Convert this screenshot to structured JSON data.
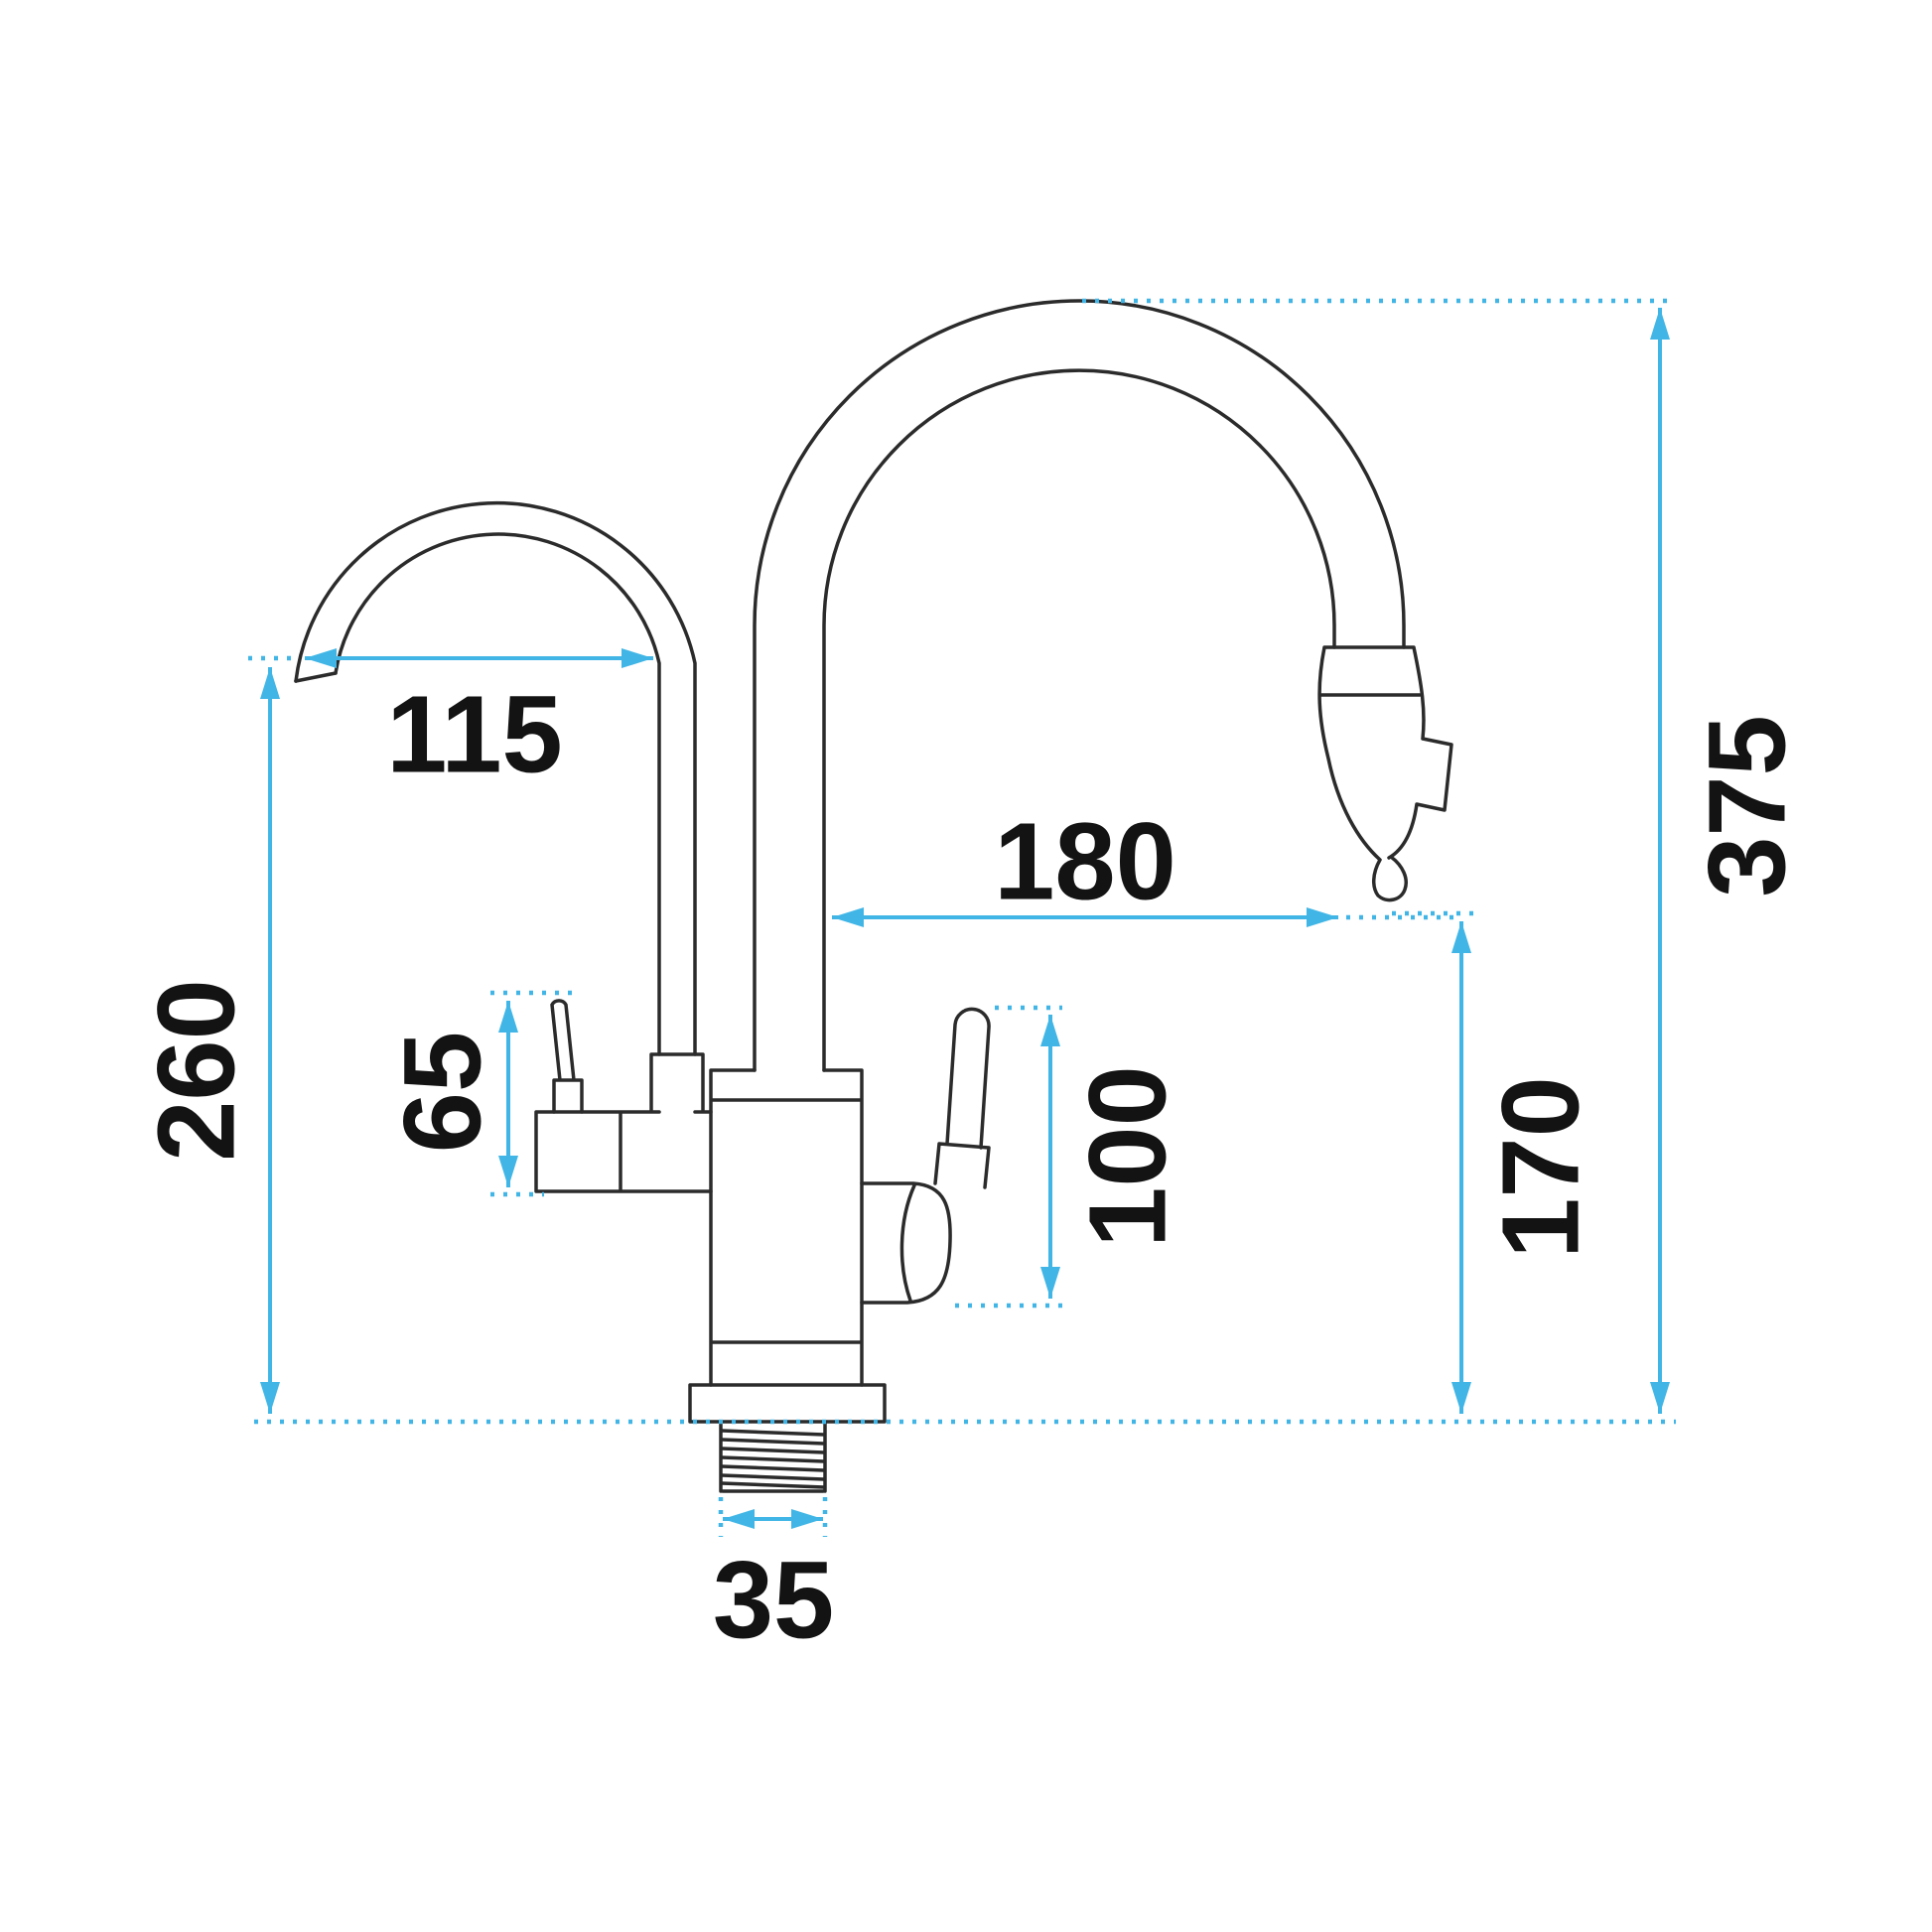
{
  "colors": {
    "accent": "#41b6e6",
    "ink": "#131313",
    "line": "#2b2b2b",
    "paper": "#ffffff"
  },
  "drawing": {
    "type": "technical-dimension-drawing",
    "subject": "kitchen faucet with second filtered-water spout and pull-out spray head, side view",
    "dimensions": {
      "filtered_spout_reach": "115",
      "main_spout_reach": "180",
      "overall_height": "375",
      "filtered_spout_height": "260",
      "filter_lever_height": "65",
      "mixer_lever_height": "100",
      "outlet_height": "170",
      "mounting_thread_width": "35"
    }
  }
}
